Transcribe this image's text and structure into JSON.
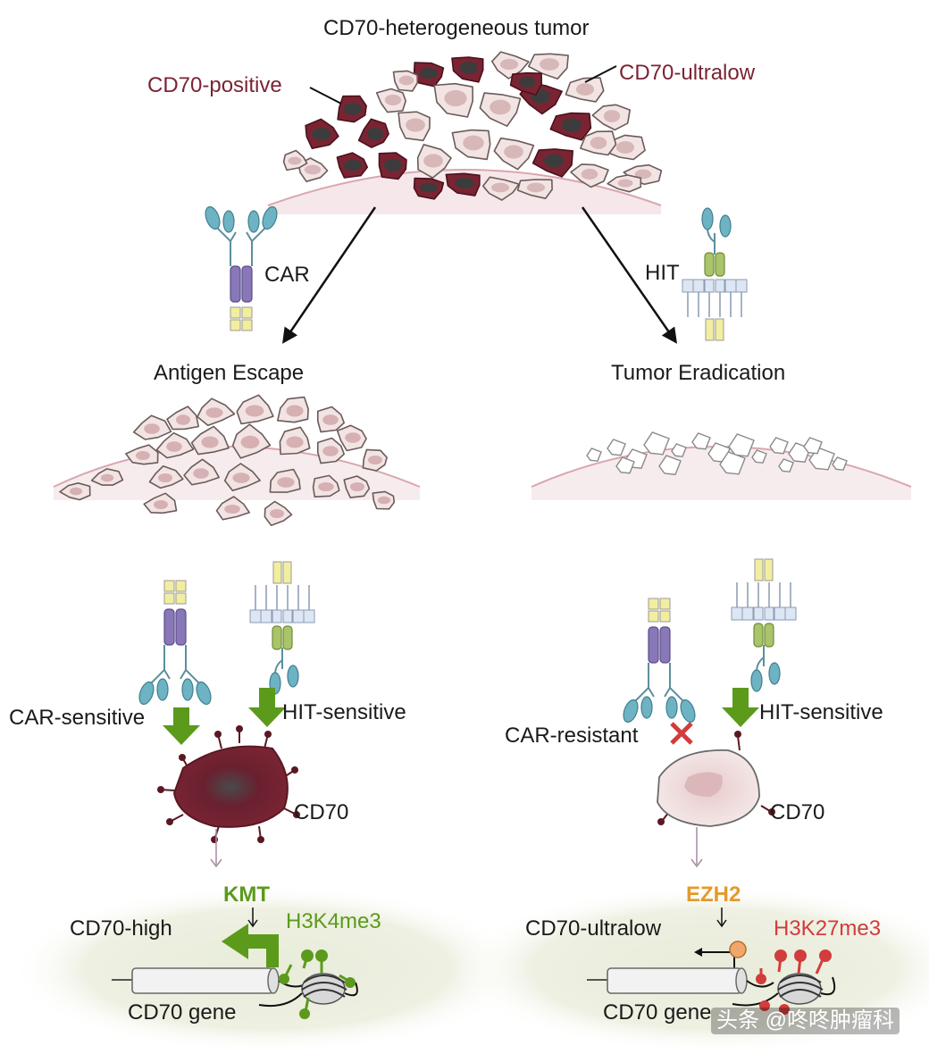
{
  "top": {
    "title": "CD70-heterogeneous tumor",
    "positive_label": "CD70-positive",
    "ultralow_label": "CD70-ultralow"
  },
  "left": {
    "therapy_label": "CAR",
    "outcome_label": "Antigen Escape",
    "car_label": "CAR-sensitive",
    "hit_label": "HIT-sensitive",
    "antigen_label": "CD70",
    "enzyme_label": "KMT",
    "state_label": "CD70-high",
    "mark_label": "H3K4me3",
    "gene_label": "CD70 gene"
  },
  "right": {
    "therapy_label": "HIT",
    "outcome_label": "Tumor Eradication",
    "car_label": "CAR-resistant",
    "hit_label": "HIT-sensitive",
    "antigen_label": "CD70",
    "enzyme_label": "EZH2",
    "state_label": "CD70-ultralow",
    "mark_label": "H3K27me3",
    "gene_label": "CD70 gene"
  },
  "watermark": "头条 @咚咚肿瘤科",
  "colors": {
    "cd70_positive": "#7a2433",
    "cd70_ultralow": "#f3e4e4",
    "car_receptor": "#8978b8",
    "hit_receptor": "#a9c46a",
    "antibody_domain": "#6db3c4",
    "signal_arrow": "#5c9a1c",
    "h3k27me3_mark": "#d23c3c",
    "ezh2_text": "#e39a2c"
  }
}
